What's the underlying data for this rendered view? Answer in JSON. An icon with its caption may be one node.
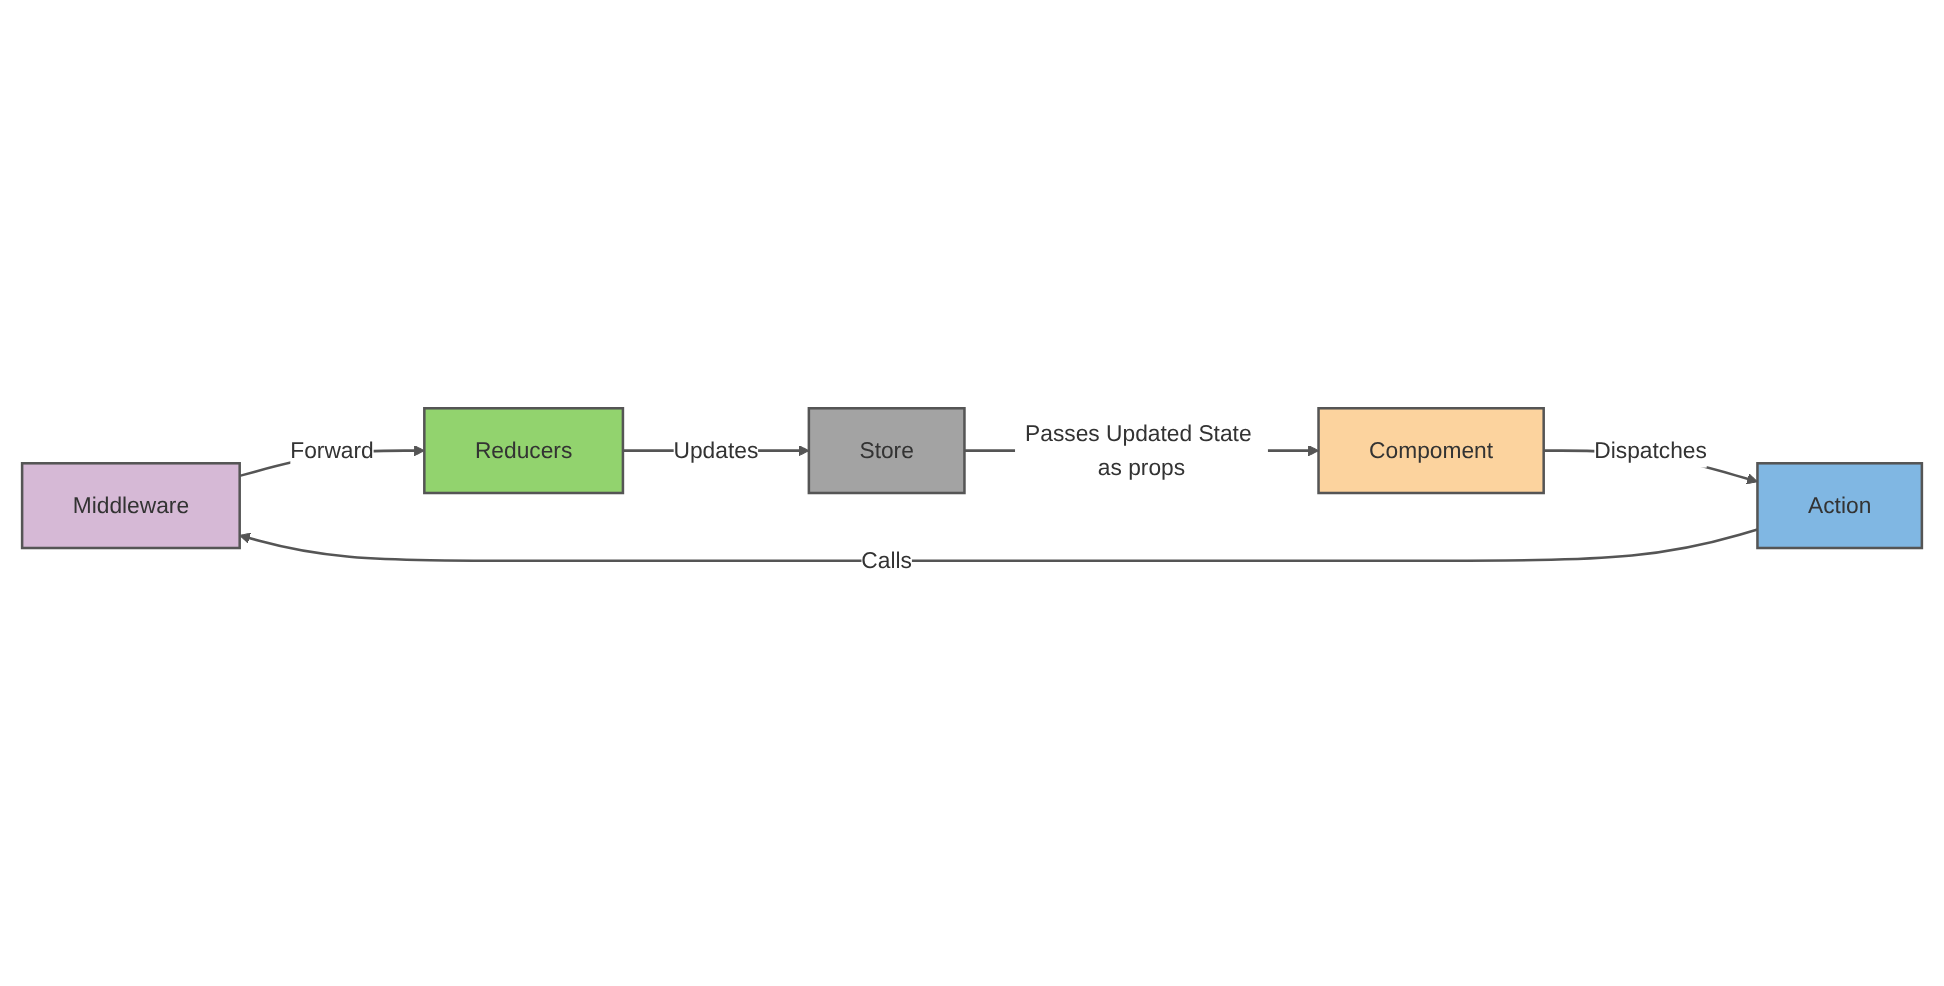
{
  "diagram": {
    "nodes": [
      {
        "text": [
          "Middleware"
        ]
      },
      {
        "text": [
          "Reducers"
        ]
      },
      {
        "text": [
          "Action"
        ]
      },
      {
        "text": [
          "Compoment"
        ]
      },
      {
        "text": [
          "Store"
        ]
      }
    ],
    "edges": [
      {
        "from": 2,
        "to": 0,
        "arrow": "to",
        "label": "Calls"
      },
      {
        "from": 0,
        "to": 1,
        "arrow": "to",
        "label": "Forward"
      },
      {
        "from": 1,
        "to": 4,
        "arrow": "to",
        "label": "Updates"
      },
      {
        "from": 4,
        "to": 3,
        "arrow": "to",
        "label": "Passes Updated State as props"
      },
      {
        "from": 3,
        "to": 2,
        "arrow": "to",
        "label": "Dispatches"
      }
    ]
  }
}
